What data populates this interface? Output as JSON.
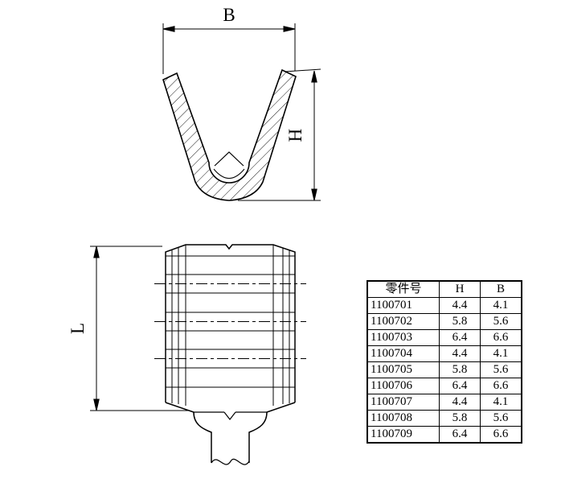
{
  "page": {
    "background": "#ffffff",
    "line_color": "#000000"
  },
  "dimensions": {
    "b_label": "B",
    "h_label": "H",
    "l_label": "L"
  },
  "table": {
    "headers": {
      "part": "零件号",
      "h": "H",
      "b": "B"
    },
    "rows": [
      {
        "part": "1100701",
        "h": "4.4",
        "b": "4.1"
      },
      {
        "part": "1100702",
        "h": "5.8",
        "b": "5.6"
      },
      {
        "part": "1100703",
        "h": "6.4",
        "b": "6.6"
      },
      {
        "part": "1100704",
        "h": "4.4",
        "b": "4.1"
      },
      {
        "part": "1100705",
        "h": "5.8",
        "b": "5.6"
      },
      {
        "part": "1100706",
        "h": "6.4",
        "b": "6.6"
      },
      {
        "part": "1100707",
        "h": "4.4",
        "b": "4.1"
      },
      {
        "part": "1100708",
        "h": "5.8",
        "b": "5.6"
      },
      {
        "part": "1100709",
        "h": "6.4",
        "b": "6.6"
      }
    ]
  }
}
